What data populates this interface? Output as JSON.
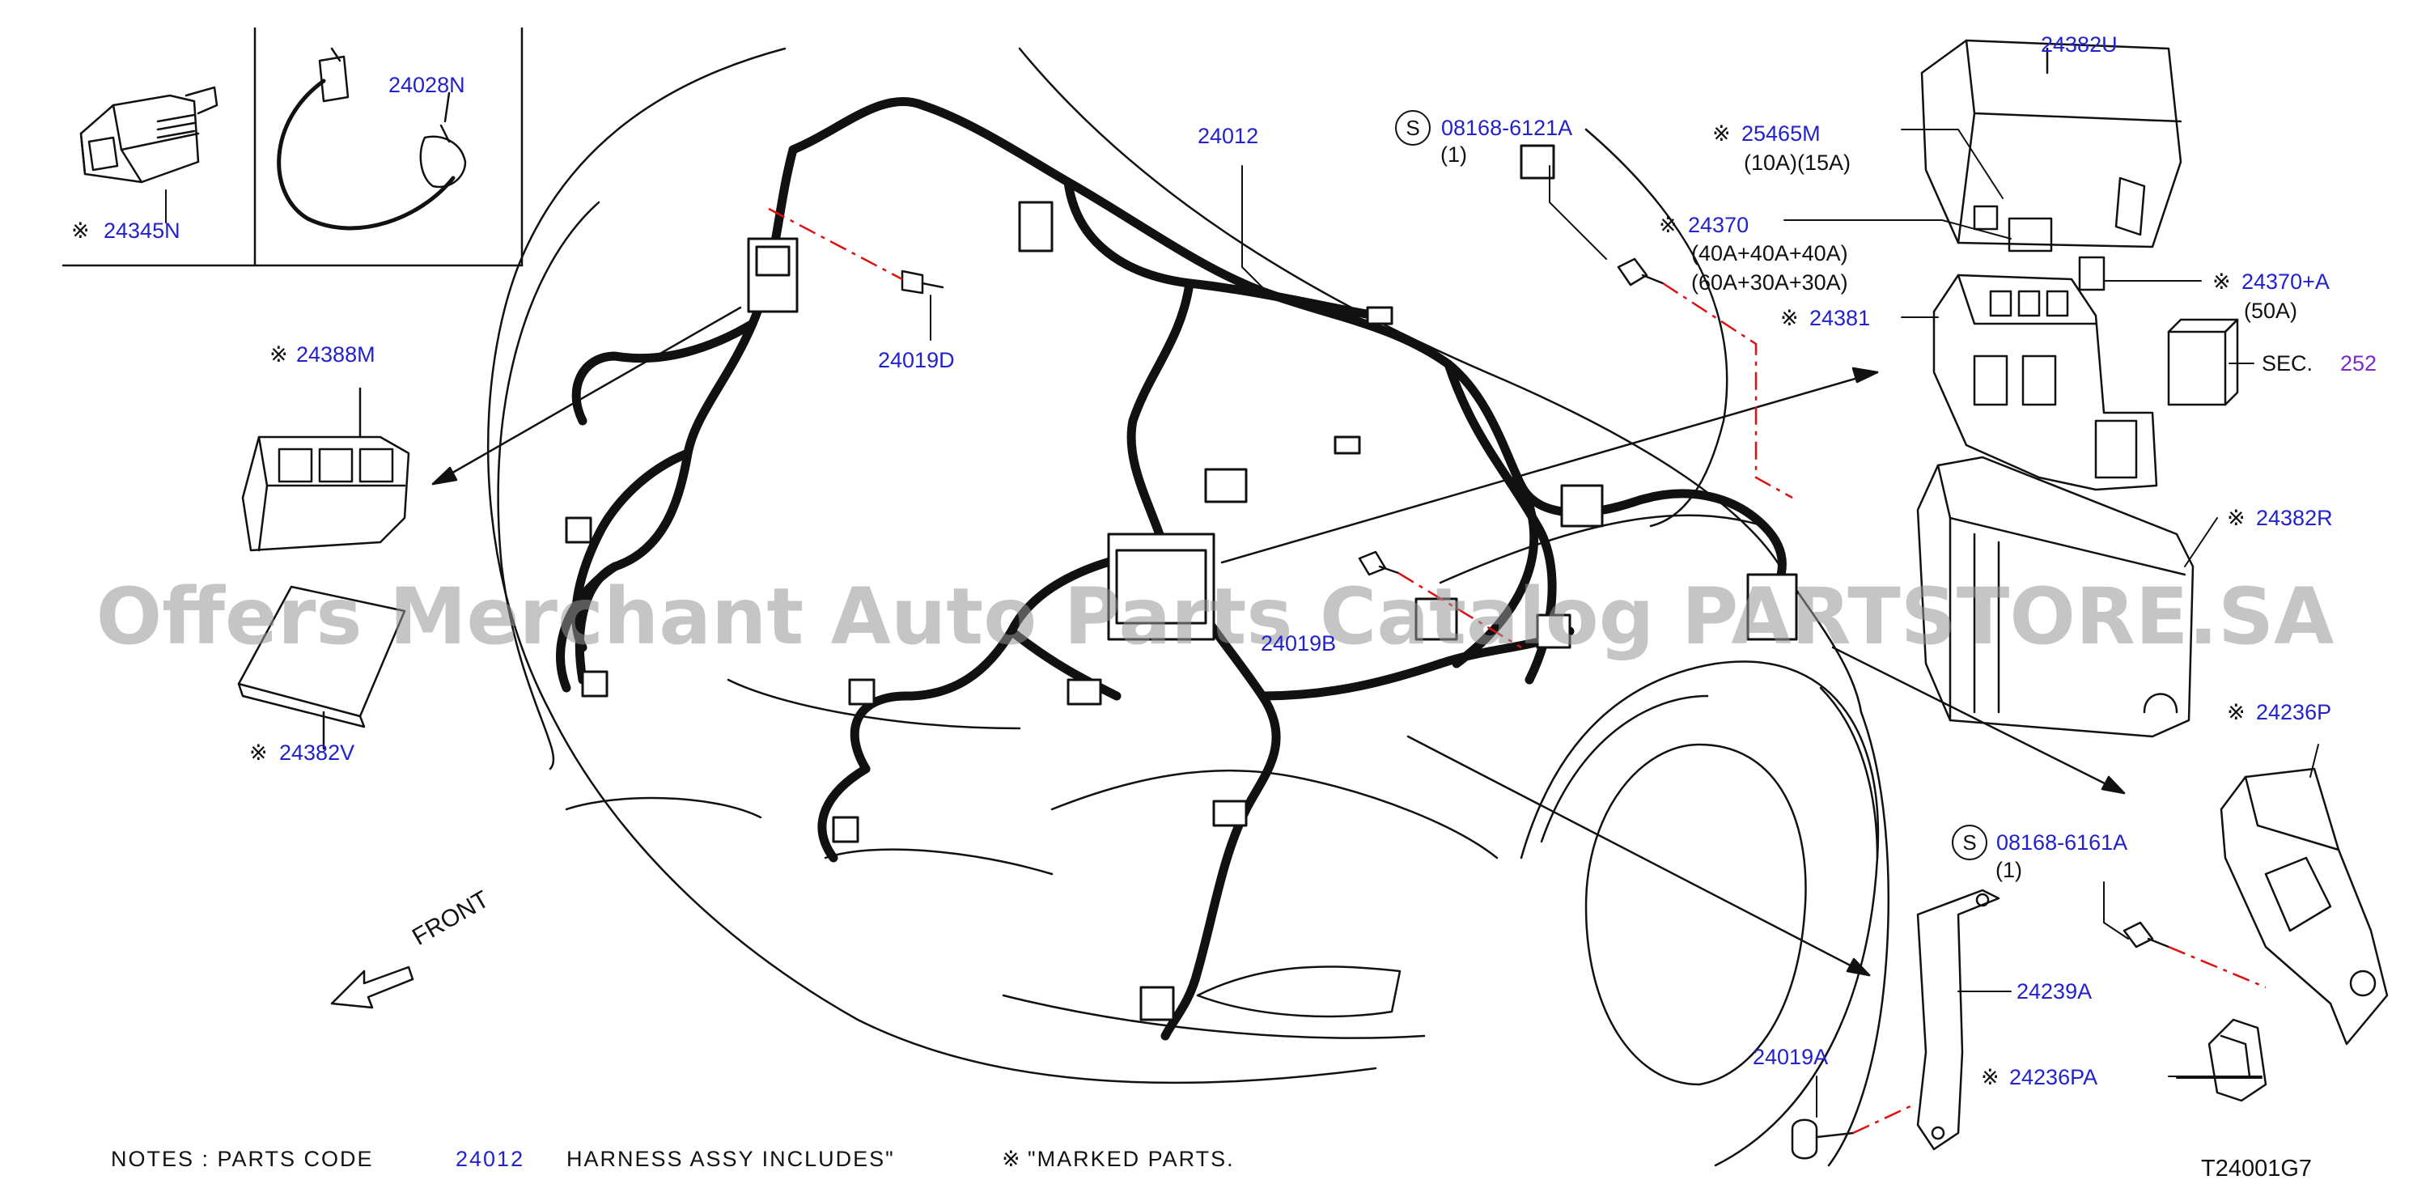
{
  "diagram_id": "T24001G7",
  "watermark": "Offers Merchant Auto Parts Catalog PARTSTORE.SA",
  "mark_symbol": "※",
  "screw_symbol": "S",
  "front_label": "FRONT",
  "labels": {
    "p24345N": "24345N",
    "p24028N": "24028N",
    "p24388M": "24388M",
    "p24382V": "24382V",
    "p24019D": "24019D",
    "p24012": "24012",
    "p08168_6121A": "08168-6121A",
    "p08168_6121A_qty": "(1)",
    "p25465M": "25465M",
    "p25465M_spec": "(10A)(15A)",
    "p24382U": "24382U",
    "p24370": "24370",
    "p24370_spec1": "(40A+40A+40A)",
    "p24370_spec2": "(60A+30A+30A)",
    "p24370A": "24370+A",
    "p24370A_spec": "(50A)",
    "p24381": "24381",
    "sec_label": "SEC.",
    "sec_number": "252",
    "p24382R": "24382R",
    "p24019B": "24019B",
    "p24236P": "24236P",
    "p08168_6161A": "08168-6161A",
    "p08168_6161A_qty": "(1)",
    "p24239A": "24239A",
    "p24236PA": "24236PA",
    "p24019A": "24019A"
  },
  "notes": {
    "prefix": "NOTES  :  PARTS  CODE",
    "code": "24012",
    "middle": "HARNESS  ASSY  INCLUDES\"",
    "suffix": "\"MARKED  PARTS."
  },
  "colors": {
    "label_blue": "#2222cc",
    "section_purple": "#7a2ad0",
    "leader_red": "#dd1111",
    "line_black": "#111111"
  }
}
